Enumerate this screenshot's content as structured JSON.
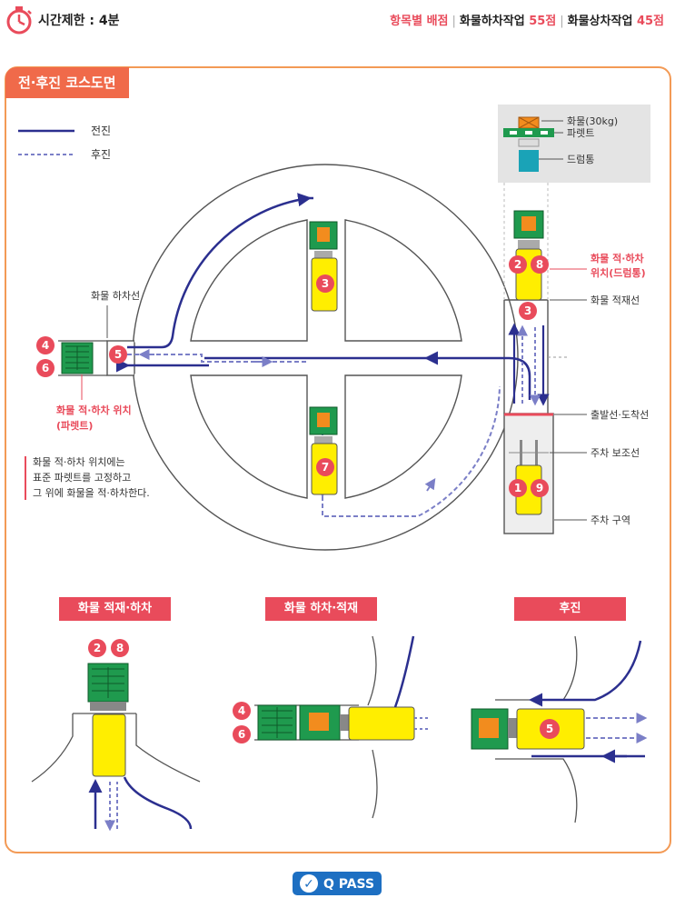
{
  "header": {
    "time_limit": "시간제한 : 4분",
    "score_label": "항목별 배점",
    "unload_label": "화물하차작업",
    "unload_score": "55점",
    "load_label": "화물상차작업",
    "load_score": "45점"
  },
  "section_title": "전·후진 코스도면",
  "legend": {
    "forward": "전진",
    "reverse": "후진"
  },
  "inset": {
    "cargo": "화물(30kg)",
    "pallet": "파렛트",
    "drum": "드럼통"
  },
  "labels": {
    "unload_line": "화물 하차선",
    "pallet_pos_line1": "화물 적·하차 위치",
    "pallet_pos_line2": "(파렛트)",
    "drum_pos_line1": "화물 적·하차",
    "drum_pos_line2": "위치(드럼통)",
    "load_line": "화물 적재선",
    "start_line": "출발선·도착선",
    "parking_aux": "주차 보조선",
    "parking_area": "주차 구역"
  },
  "note": {
    "line1": "화물 적·하차 위치에는",
    "line2": "표준 파렛트를 고정하고",
    "line3": "그 위에 화물을 적·하차한다."
  },
  "steps": {
    "s1": "1",
    "s2": "2",
    "s3": "3",
    "s4": "4",
    "s5": "5",
    "s6": "6",
    "s7": "7",
    "s8": "8",
    "s9": "9"
  },
  "bottom": {
    "load_unload": "화물 적재·하차",
    "unload_load": "화물 하차·적재",
    "reverse": "후진"
  },
  "logo": "Q PASS",
  "colors": {
    "forward": "#2b2f8f",
    "reverse": "#7b7fc7",
    "accent": "#e94b5b",
    "forklift": "#ffee00",
    "cargo": "#1f9a4e",
    "cargo_box": "#f28c1e",
    "drum": "#1aa3b7"
  }
}
